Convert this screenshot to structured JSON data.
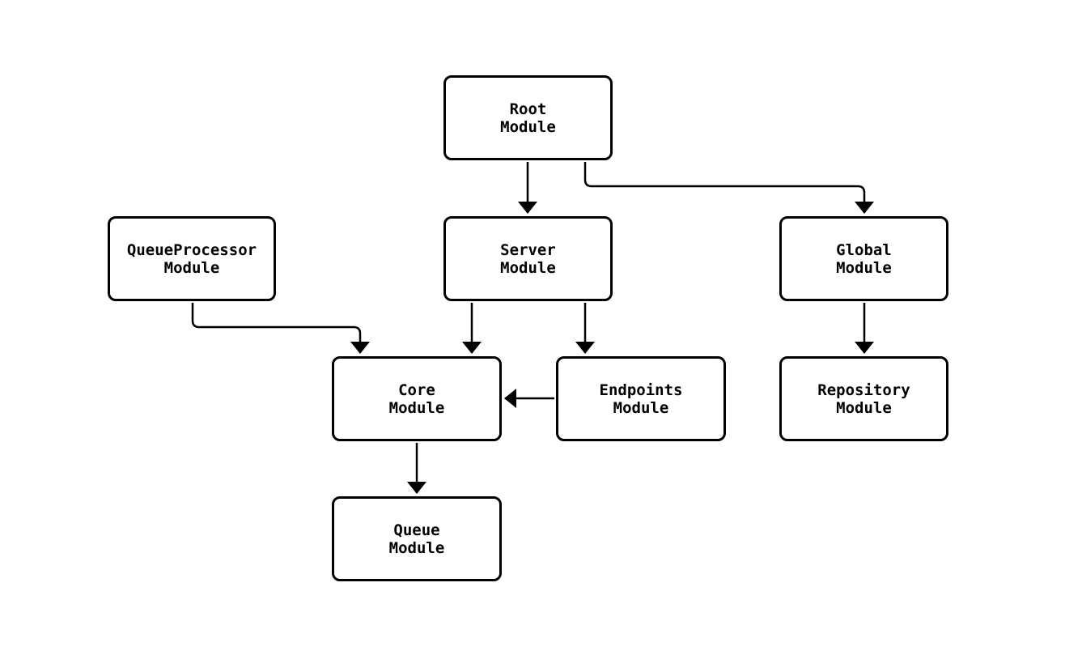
{
  "diagram": {
    "type": "flowchart",
    "direction": "top-down",
    "background_color": "#ffffff",
    "line_color": "#000000",
    "node_fill_color": "#ffffff",
    "node_border_color": "#000000",
    "text_color": "#000000",
    "nodes": [
      {
        "id": "root",
        "label": "Root\nModule"
      },
      {
        "id": "queueprocessor",
        "label": "QueueProcessor\nModule"
      },
      {
        "id": "server",
        "label": "Server\nModule"
      },
      {
        "id": "global",
        "label": "Global\nModule"
      },
      {
        "id": "core",
        "label": "Core\nModule"
      },
      {
        "id": "endpoints",
        "label": "Endpoints\nModule"
      },
      {
        "id": "repository",
        "label": "Repository\nModule"
      },
      {
        "id": "queue",
        "label": "Queue\nModule"
      }
    ],
    "edges": [
      {
        "from": "root",
        "to": "server",
        "style": "arrow"
      },
      {
        "from": "root",
        "to": "global",
        "style": "arrow"
      },
      {
        "from": "queueprocessor",
        "to": "core",
        "style": "arrow"
      },
      {
        "from": "server",
        "to": "core",
        "style": "arrow"
      },
      {
        "from": "server",
        "to": "endpoints",
        "style": "arrow"
      },
      {
        "from": "endpoints",
        "to": "core",
        "style": "arrow"
      },
      {
        "from": "core",
        "to": "queue",
        "style": "arrow"
      },
      {
        "from": "global",
        "to": "repository",
        "style": "arrow"
      }
    ]
  }
}
